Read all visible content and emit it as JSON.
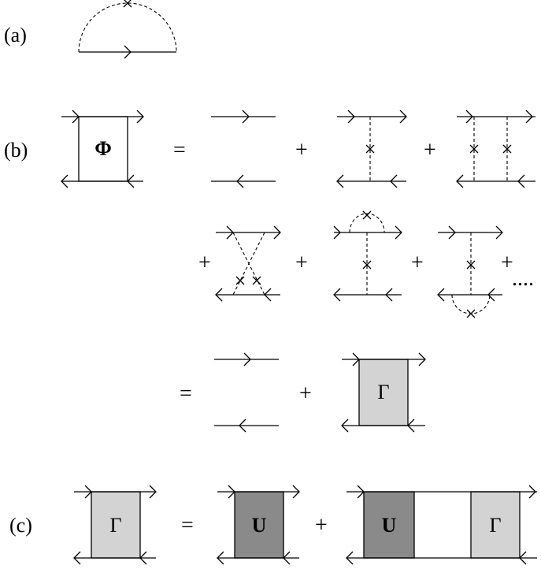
{
  "labels": {
    "a": "(a)",
    "b": "(b)",
    "c": "(c)"
  },
  "symbols": {
    "phi": "Φ",
    "gamma": "Γ",
    "u": "U"
  },
  "operators": {
    "equals": "=",
    "plus": "+",
    "ellipsis": "...."
  },
  "colors": {
    "gamma_fill": "#d3d3d3",
    "u_fill": "#8a8a8a",
    "line": "#000000"
  }
}
